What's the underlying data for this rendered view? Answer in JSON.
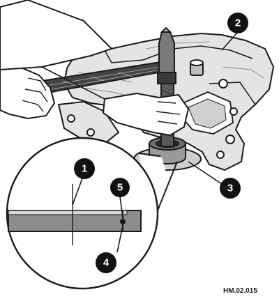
{
  "figure": {
    "reference_code": "HM.02.015",
    "callouts": [
      "1",
      "2",
      "3",
      "4",
      "5"
    ]
  },
  "colors": {
    "ink": "#1a1a1a",
    "mid_grey": "#8c8c8c",
    "light_grey": "#d6d6d6",
    "paper": "#ffffff",
    "callout_fill": "#111111"
  },
  "icons": [
    "hammer-icon",
    "drift-punch-icon",
    "hand-icon"
  ]
}
